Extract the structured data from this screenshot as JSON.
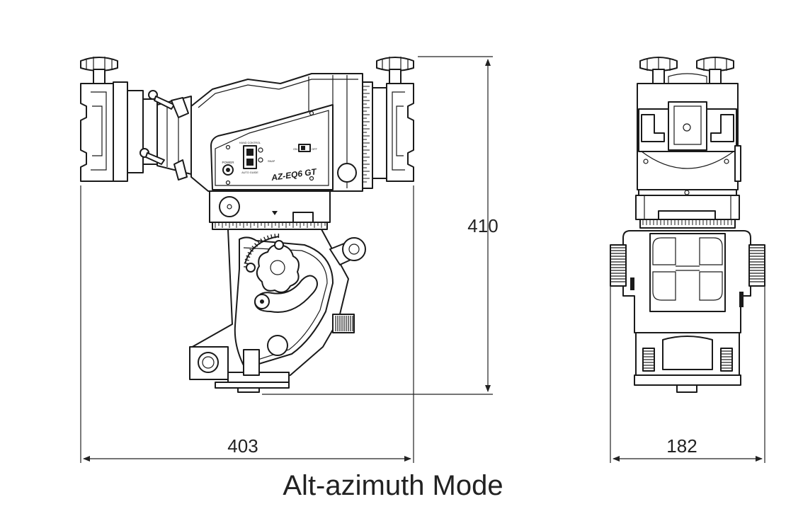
{
  "caption": "Alt-azimuth Mode",
  "dimensions": {
    "width_front": "403",
    "height": "410",
    "width_side": "182"
  },
  "panel": {
    "model": "AZ-EQ6 GT",
    "power": "POWER",
    "hand_control": "HAND CONTROL",
    "auto_guide": "AUTO GUIDE",
    "snap": "SNAP",
    "on": "ON",
    "off": "OFF"
  }
}
